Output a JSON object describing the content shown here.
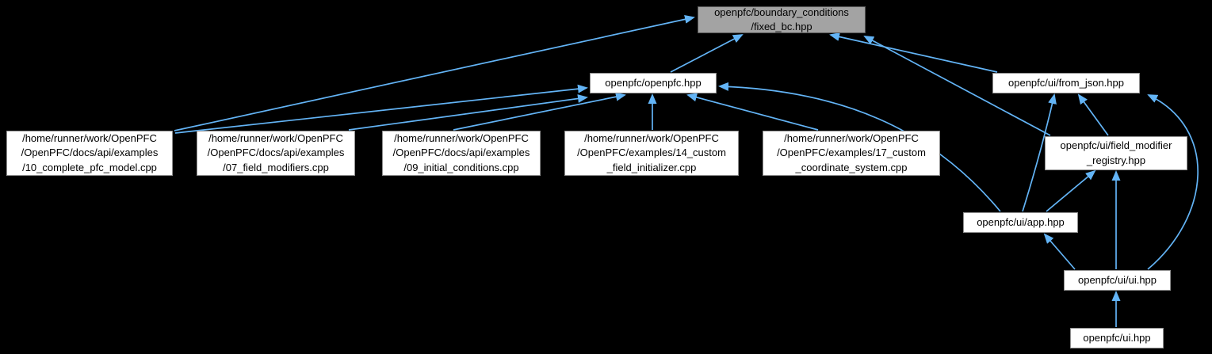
{
  "diagram": {
    "type": "include-dependency-graph",
    "colors": {
      "background": "#000000",
      "edge": "#63b4f6",
      "node_fill": "#ffffff",
      "node_border": "#8f8f8f",
      "root_fill": "#a3a3a3",
      "root_border": "#565656",
      "text": "#000000"
    },
    "nodes": [
      {
        "id": "fixed_bc",
        "kind": "root",
        "lines": [
          "openpfc/boundary_conditions",
          "/fixed_bc.hpp"
        ]
      },
      {
        "id": "openpfc",
        "kind": "file",
        "lines": [
          "openpfc/openpfc.hpp"
        ]
      },
      {
        "id": "from_json",
        "kind": "file",
        "lines": [
          "openpfc/ui/from_json.hpp"
        ]
      },
      {
        "id": "ex10",
        "kind": "file",
        "lines": [
          "/home/runner/work/OpenPFC",
          "/OpenPFC/docs/api/examples",
          "/10_complete_pfc_model.cpp"
        ]
      },
      {
        "id": "ex07",
        "kind": "file",
        "lines": [
          "/home/runner/work/OpenPFC",
          "/OpenPFC/docs/api/examples",
          "/07_field_modifiers.cpp"
        ]
      },
      {
        "id": "ex09",
        "kind": "file",
        "lines": [
          "/home/runner/work/OpenPFC",
          "/OpenPFC/docs/api/examples",
          "/09_initial_conditions.cpp"
        ]
      },
      {
        "id": "ex14",
        "kind": "file",
        "lines": [
          "/home/runner/work/OpenPFC",
          "/OpenPFC/examples/14_custom",
          "_field_initializer.cpp"
        ]
      },
      {
        "id": "ex17",
        "kind": "file",
        "lines": [
          "/home/runner/work/OpenPFC",
          "/OpenPFC/examples/17_custom",
          "_coordinate_system.cpp"
        ]
      },
      {
        "id": "registry",
        "kind": "file",
        "lines": [
          "openpfc/ui/field_modifier",
          "_registry.hpp"
        ]
      },
      {
        "id": "app",
        "kind": "file",
        "lines": [
          "openpfc/ui/app.hpp"
        ]
      },
      {
        "id": "uiui",
        "kind": "file",
        "lines": [
          "openpfc/ui/ui.hpp"
        ]
      },
      {
        "id": "ui",
        "kind": "file",
        "lines": [
          "openpfc/ui.hpp"
        ]
      }
    ],
    "edges": [
      {
        "from": "ex10",
        "to": "fixed_bc"
      },
      {
        "from": "ex10",
        "to": "openpfc"
      },
      {
        "from": "ex07",
        "to": "openpfc"
      },
      {
        "from": "ex09",
        "to": "openpfc"
      },
      {
        "from": "ex14",
        "to": "openpfc"
      },
      {
        "from": "ex17",
        "to": "openpfc"
      },
      {
        "from": "openpfc",
        "to": "fixed_bc"
      },
      {
        "from": "app",
        "to": "openpfc"
      },
      {
        "from": "from_json",
        "to": "fixed_bc"
      },
      {
        "from": "registry",
        "to": "fixed_bc"
      },
      {
        "from": "registry",
        "to": "from_json"
      },
      {
        "from": "app",
        "to": "from_json"
      },
      {
        "from": "app",
        "to": "registry"
      },
      {
        "from": "uiui",
        "to": "app"
      },
      {
        "from": "uiui",
        "to": "registry"
      },
      {
        "from": "uiui",
        "to": "from_json"
      },
      {
        "from": "ui",
        "to": "uiui"
      }
    ]
  }
}
